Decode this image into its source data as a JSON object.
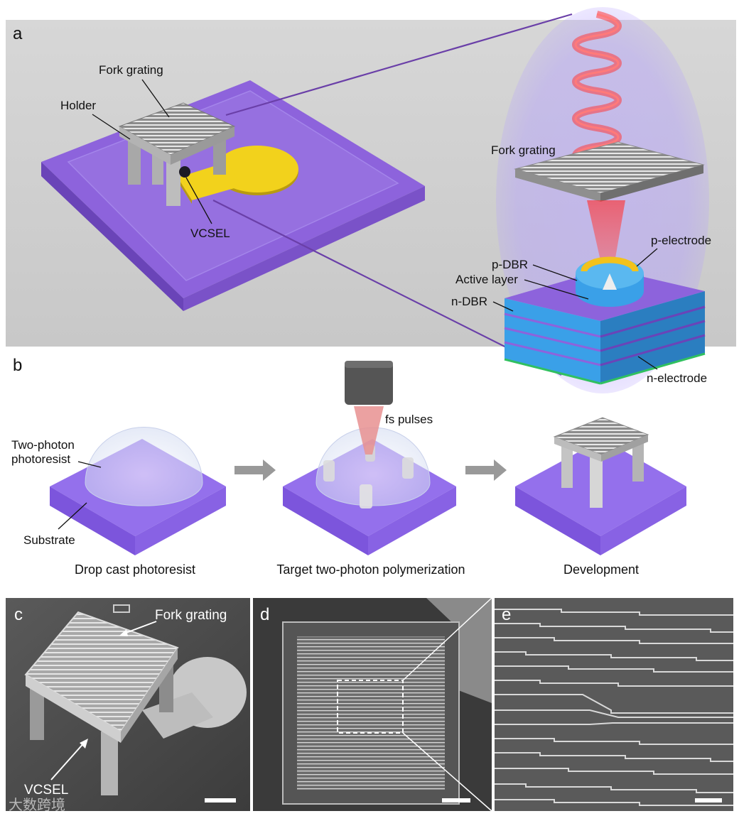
{
  "panels": {
    "a": "a",
    "b": "b",
    "c": "c",
    "d": "d",
    "e": "e"
  },
  "panel_a": {
    "fork_grating": "Fork grating",
    "holder": "Holder",
    "vcsel": "VCSEL",
    "inset_fork_grating": "Fork grating",
    "p_electrode": "p-electrode",
    "p_dbr": "p-DBR",
    "active_layer": "Active layer",
    "n_dbr": "n-DBR",
    "n_electrode": "n-electrode"
  },
  "panel_b": {
    "two_photon_line1": "Two-photon",
    "two_photon_line2": "photoresist",
    "substrate": "Substrate",
    "fs_pulses": "fs pulses",
    "step1": "Drop cast photoresist",
    "step2": "Target two-photon polymerization",
    "step3": "Development"
  },
  "panel_c": {
    "fork_grating": "Fork grating",
    "vcsel": "VCSEL"
  },
  "watermark": "大数跨境",
  "colors": {
    "substrate_purple": "#8a63d8",
    "gold": "#f2d21c",
    "beam_red": "#ff4040",
    "dbr_blue": "#3aa0e8",
    "halo": "#c4b2ff"
  }
}
